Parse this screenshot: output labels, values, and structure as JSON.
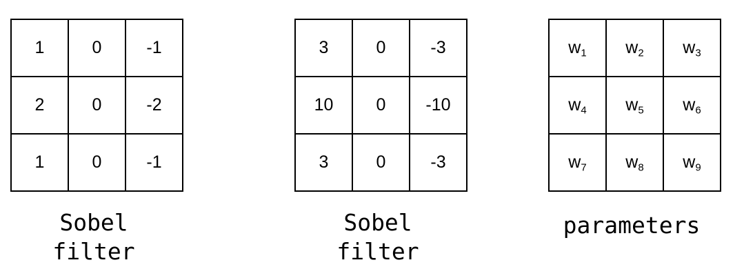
{
  "matrices": [
    {
      "rows": [
        [
          "1",
          "0",
          "-1"
        ],
        [
          "2",
          "0",
          "-2"
        ],
        [
          "1",
          "0",
          "-1"
        ]
      ],
      "caption_line1": "Sobel",
      "caption_line2": "filter"
    },
    {
      "rows": [
        [
          "3",
          "0",
          "-3"
        ],
        [
          "10",
          "0",
          "-10"
        ],
        [
          "3",
          "0",
          "-3"
        ]
      ],
      "caption_line1": "Sobel",
      "caption_line2": "filter"
    },
    {
      "rows": [
        [
          {
            "base": "w",
            "sub": "1"
          },
          {
            "base": "w",
            "sub": "2"
          },
          {
            "base": "w",
            "sub": "3"
          }
        ],
        [
          {
            "base": "w",
            "sub": "4"
          },
          {
            "base": "w",
            "sub": "5"
          },
          {
            "base": "w",
            "sub": "6"
          }
        ],
        [
          {
            "base": "w",
            "sub": "7"
          },
          {
            "base": "w",
            "sub": "8"
          },
          {
            "base": "w",
            "sub": "9"
          }
        ]
      ],
      "caption_line1": "parameters"
    }
  ]
}
